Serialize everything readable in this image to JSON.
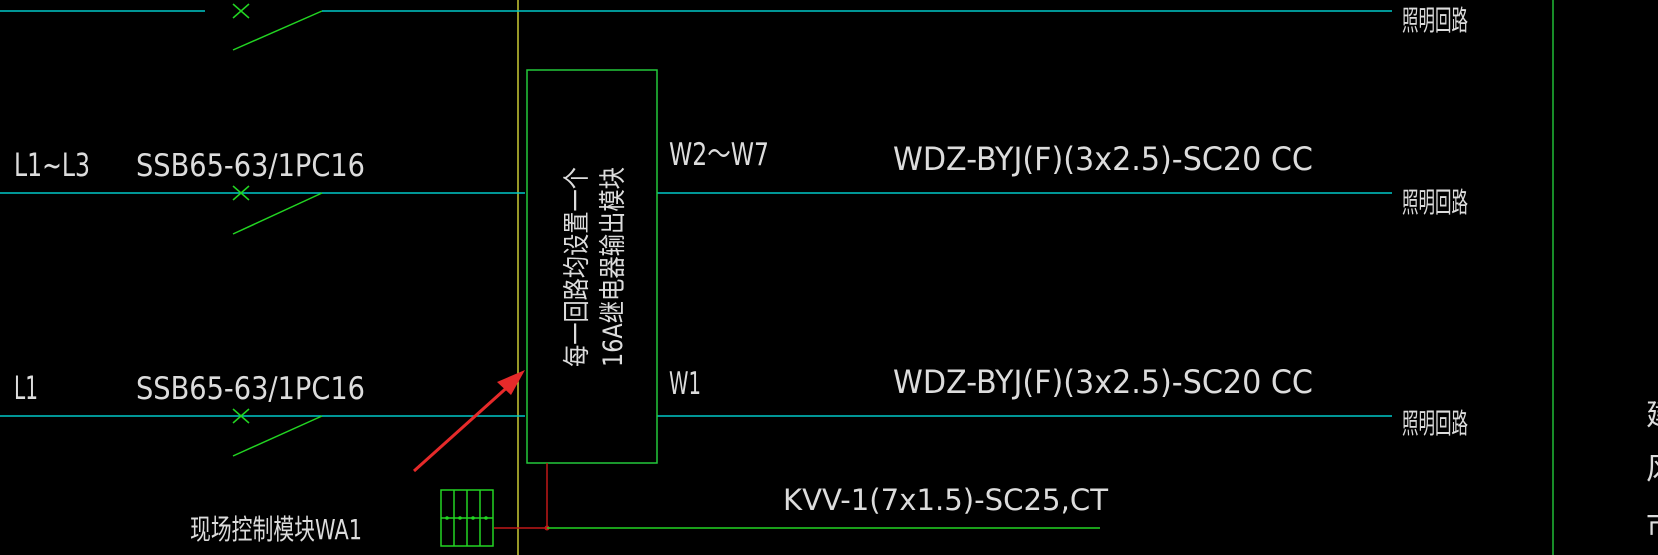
{
  "colors": {
    "background": "#000000",
    "wire": "#00c8c8",
    "switch": "#22d422",
    "module_box": "#22c83a",
    "divider": "#d8d83a",
    "border": "#22c83a",
    "arrow": "#e62a2a",
    "control_wire": "#c01818",
    "text": "#dcdcdc"
  },
  "circuits": [
    {
      "phase": "",
      "breaker": "",
      "output_label": "",
      "cable": "",
      "destination": "照明回路"
    },
    {
      "phase": "L1~L3",
      "breaker": "SSB65-63/1PC16",
      "output_label": "W2～W7",
      "cable": "WDZ-BYJ(F)(3x2.5)-SC20  CC",
      "destination": "照明回路"
    },
    {
      "phase": "L1",
      "breaker": "SSB65-63/1PC16",
      "output_label": "W1",
      "cable": "WDZ-BYJ(F)(3x2.5)-SC20  CC",
      "destination": "照明回路"
    }
  ],
  "relay_module": {
    "line1": "每一回路均设置一个",
    "line2": "16A继电器输出模块"
  },
  "control": {
    "cable": "KVV-1(7x1.5)-SC25,CT",
    "module_label": "现场控制模块WA1"
  },
  "right_edge_chars": [
    "建",
    "风",
    "市"
  ]
}
